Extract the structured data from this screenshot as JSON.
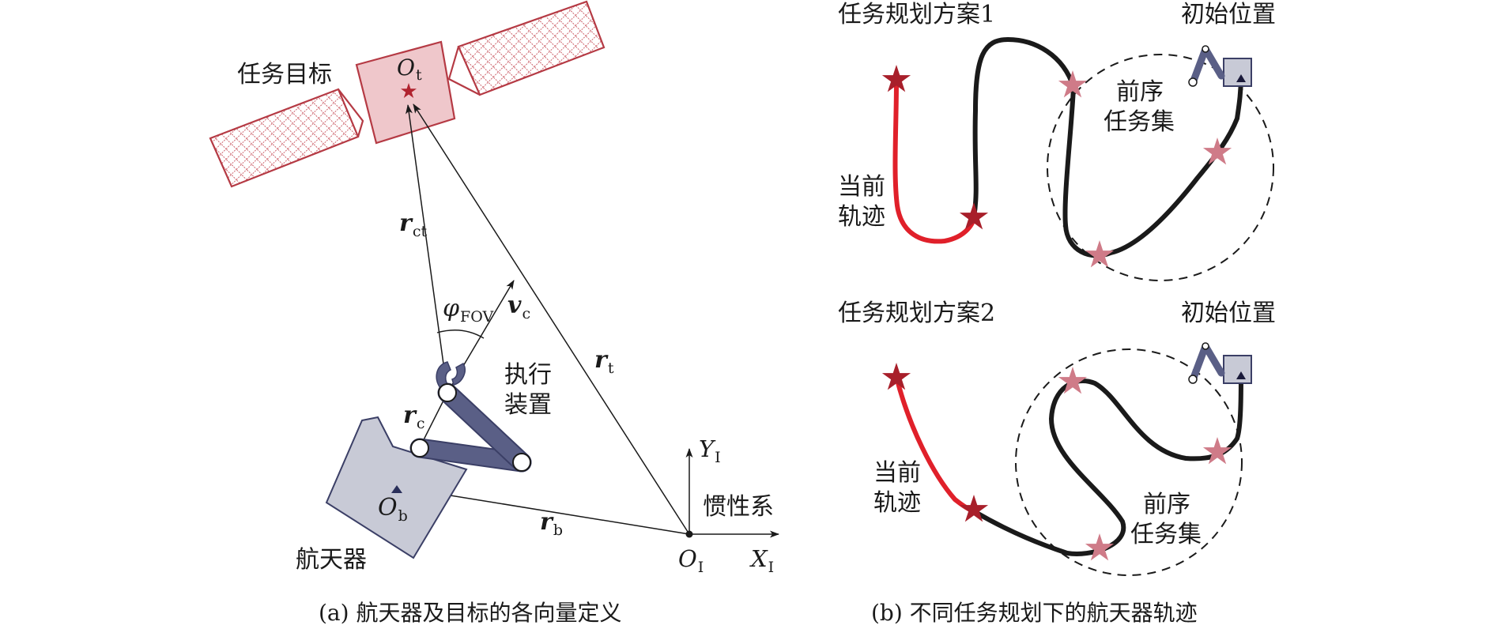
{
  "panel_a": {
    "caption": "(a) 航天器及目标的各向量定义",
    "target_label": "任务目标",
    "target_origin": "O",
    "target_origin_sub": "t",
    "r_ct": "r",
    "r_ct_sub": "ct",
    "phi_fov": "φ",
    "phi_fov_sub": "FOV",
    "v_c": "v",
    "v_c_sub": "c",
    "r_t": "r",
    "r_t_sub": "t",
    "actuator_line1": "执行",
    "actuator_line2": "装置",
    "r_c": "r",
    "r_c_sub": "c",
    "body_origin": "O",
    "body_origin_sub": "b",
    "r_b": "r",
    "r_b_sub": "b",
    "spacecraft_label": "航天器",
    "inertial_y": "Y",
    "inertial_y_sub": "I",
    "inertial_label": "惯性系",
    "inertial_origin": "O",
    "inertial_origin_sub": "I",
    "inertial_x": "X",
    "inertial_x_sub": "I"
  },
  "panel_b": {
    "caption": "(b) 不同任务规划下的航天器轨迹",
    "plan1": {
      "title": "任务规划方案1",
      "initial_position": "初始位置",
      "prior_tasks_line1": "前序",
      "prior_tasks_line2": "任务集",
      "current_track_line1": "当前",
      "current_track_line2": "轨迹"
    },
    "plan2": {
      "title": "任务规划方案2",
      "initial_position": "初始位置",
      "prior_tasks_line1": "前序",
      "prior_tasks_line2": "任务集",
      "current_track_line1": "当前",
      "current_track_line2": "轨迹"
    }
  },
  "colors": {
    "line": "#1a1a1a",
    "target_fill": "#efc7cb",
    "target_stroke": "#b53a44",
    "solar_panel_stroke": "#b53a44",
    "target_star": "#b0232f",
    "spacecraft_fill": "#c8cad6",
    "spacecraft_stroke": "#3b3f66",
    "arm_fill": "#5a5f86",
    "current_track": "#e0202a",
    "planned_track": "#1a1a1a",
    "prior_star": "#cf7b88",
    "current_star": "#a81f2a"
  }
}
